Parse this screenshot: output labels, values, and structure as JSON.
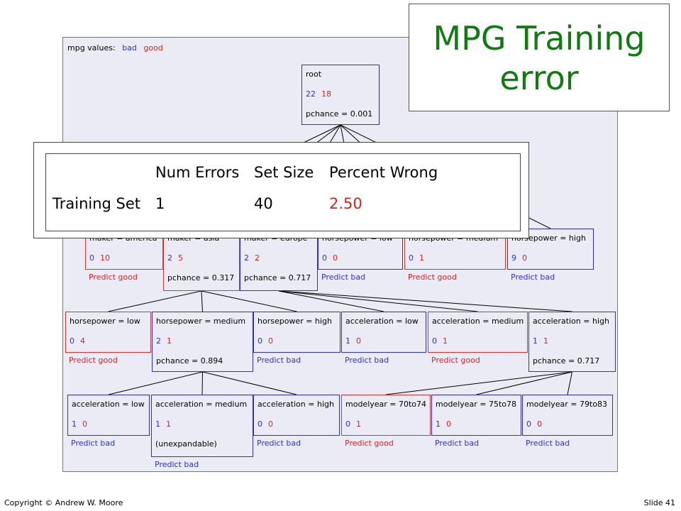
{
  "title": "MPG Training error",
  "legend": {
    "label": "mpg values:",
    "bad": "bad",
    "good": "good"
  },
  "colors": {
    "bad": "#3030e0",
    "good": "#e02020",
    "title": "#117a11",
    "panel": "#ebebf5"
  },
  "nodes": [
    {
      "id": "root",
      "label": "root",
      "bad": "22",
      "good": "18",
      "extra": "pchance = 0.001",
      "predict": "",
      "style": "blue"
    },
    {
      "id": "maker-america",
      "label": "maker = america",
      "bad": "0",
      "good": "10",
      "extra": "",
      "predict": "Predict good",
      "style": "red"
    },
    {
      "id": "maker-asia",
      "label": "maker = asia",
      "bad": "2",
      "good": "5",
      "extra": "pchance = 0.317",
      "predict": "",
      "style": "red"
    },
    {
      "id": "maker-europe",
      "label": "maker = europe",
      "bad": "2",
      "good": "2",
      "extra": "pchance = 0.717",
      "predict": "",
      "style": "blue"
    },
    {
      "id": "hp-low-1",
      "label": "horsepower = low",
      "bad": "0",
      "good": "0",
      "extra": "",
      "predict": "Predict bad",
      "style": "blue"
    },
    {
      "id": "hp-medium-1",
      "label": "horsepower = medium",
      "bad": "0",
      "good": "1",
      "extra": "",
      "predict": "Predict good",
      "style": "red"
    },
    {
      "id": "hp-high-1",
      "label": "horsepower = high",
      "bad": "9",
      "good": "0",
      "extra": "",
      "predict": "Predict bad",
      "style": "blue"
    },
    {
      "id": "hp-low-2",
      "label": "horsepower = low",
      "bad": "0",
      "good": "4",
      "extra": "",
      "predict": "Predict good",
      "style": "red"
    },
    {
      "id": "hp-medium-2",
      "label": "horsepower = medium",
      "bad": "2",
      "good": "1",
      "extra": "pchance = 0.894",
      "predict": "",
      "style": "blue"
    },
    {
      "id": "hp-high-2",
      "label": "horsepower = high",
      "bad": "0",
      "good": "0",
      "extra": "",
      "predict": "Predict bad",
      "style": "blue"
    },
    {
      "id": "acc-low-1",
      "label": "acceleration = low",
      "bad": "1",
      "good": "0",
      "extra": "",
      "predict": "Predict bad",
      "style": "blue"
    },
    {
      "id": "acc-medium-1",
      "label": "acceleration = medium",
      "bad": "0",
      "good": "1",
      "extra": "",
      "predict": "Predict good",
      "style": "red"
    },
    {
      "id": "acc-high-1",
      "label": "acceleration = high",
      "bad": "1",
      "good": "1",
      "extra": "pchance = 0.717",
      "predict": "",
      "style": "blue"
    },
    {
      "id": "acc-low-2",
      "label": "acceleration = low",
      "bad": "1",
      "good": "0",
      "extra": "",
      "predict": "Predict bad",
      "style": "blue"
    },
    {
      "id": "acc-medium-2",
      "label": "acceleration = medium",
      "bad": "1",
      "good": "1",
      "extra": "(unexpandable)",
      "predict": "Predict bad",
      "style": "blue"
    },
    {
      "id": "acc-high-2",
      "label": "acceleration = high",
      "bad": "0",
      "good": "0",
      "extra": "",
      "predict": "Predict bad",
      "style": "blue"
    },
    {
      "id": "my-70to74",
      "label": "modelyear = 70to74",
      "bad": "0",
      "good": "1",
      "extra": "",
      "predict": "Predict good",
      "style": "red"
    },
    {
      "id": "my-75to78",
      "label": "modelyear = 75to78",
      "bad": "1",
      "good": "0",
      "extra": "",
      "predict": "Predict bad",
      "style": "blue"
    },
    {
      "id": "my-79to83",
      "label": "modelyear = 79to83",
      "bad": "0",
      "good": "0",
      "extra": "",
      "predict": "Predict bad",
      "style": "blue"
    }
  ],
  "edges": [
    [
      "root",
      "maker-america"
    ],
    [
      "root",
      "maker-asia"
    ],
    [
      "root",
      "maker-europe"
    ],
    [
      "root",
      "hp-low-1"
    ],
    [
      "root",
      "hp-medium-1"
    ],
    [
      "root",
      "hp-high-1"
    ],
    [
      "maker-asia",
      "hp-low-2"
    ],
    [
      "maker-asia",
      "hp-medium-2"
    ],
    [
      "maker-asia",
      "hp-high-2"
    ],
    [
      "maker-europe",
      "acc-low-1"
    ],
    [
      "maker-europe",
      "acc-medium-1"
    ],
    [
      "maker-europe",
      "acc-high-1"
    ],
    [
      "hp-medium-2",
      "acc-low-2"
    ],
    [
      "hp-medium-2",
      "acc-medium-2"
    ],
    [
      "hp-medium-2",
      "acc-high-2"
    ],
    [
      "acc-high-1",
      "my-70to74"
    ],
    [
      "acc-high-1",
      "my-75to78"
    ],
    [
      "acc-high-1",
      "my-79to83"
    ]
  ],
  "error_table": {
    "headers": [
      "",
      "Num Errors",
      "Set Size",
      "Percent Wrong"
    ],
    "rows": [
      {
        "name": "Training Set",
        "num_errors": "1",
        "set_size": "40",
        "percent_wrong": "2.50"
      }
    ]
  },
  "footer": {
    "left": "Copyright © Andrew W. Moore",
    "right": "Slide 41"
  }
}
